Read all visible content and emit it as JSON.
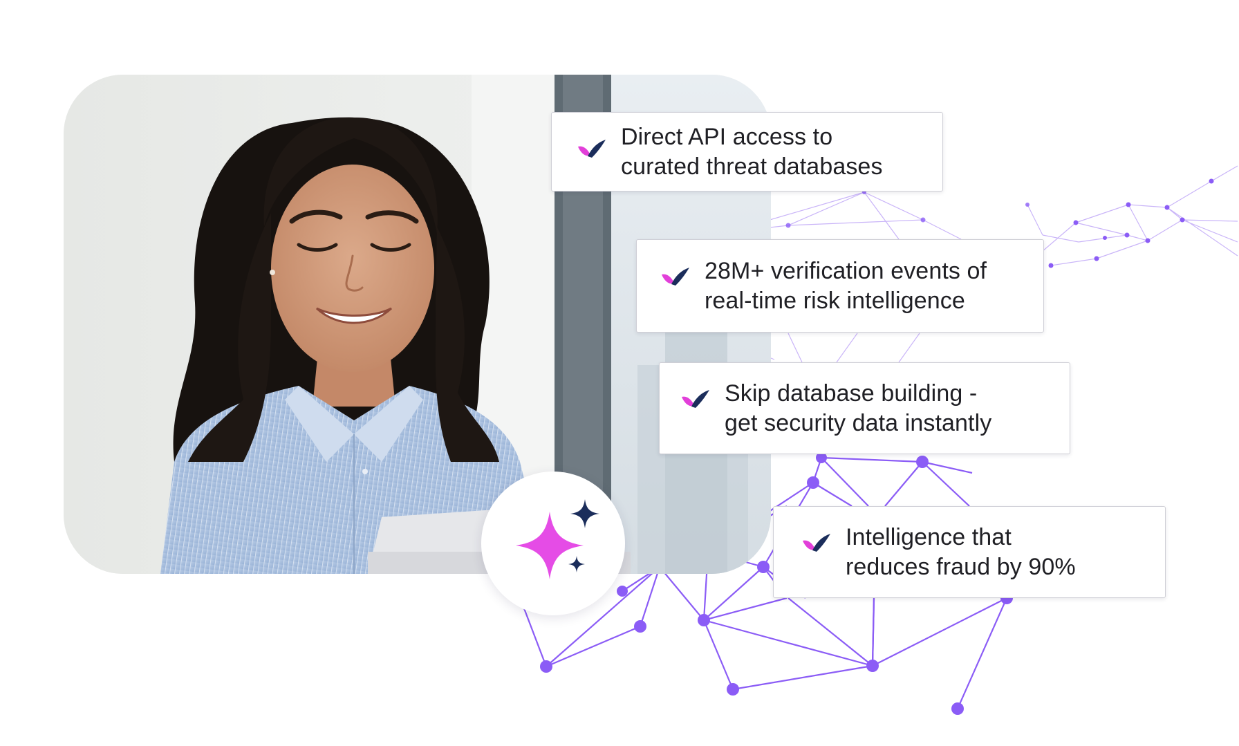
{
  "features": [
    {
      "text": "Direct API access to\ncurated threat databases"
    },
    {
      "text": "28M+ verification events of\nreal-time risk intelligence"
    },
    {
      "text": "Skip database building -\nget security data instantly"
    },
    {
      "text": "Intelligence that\nreduces fraud by 90%"
    }
  ],
  "icons": {
    "card": "check-icon",
    "badge": "sparkle-icon"
  },
  "colors": {
    "network": "#8b5cf6",
    "check_pink": "#e23fd9",
    "check_navy": "#1b2d5b",
    "sparkle_pink": "#e54ce6",
    "sparkle_navy": "#1b2d5b"
  }
}
